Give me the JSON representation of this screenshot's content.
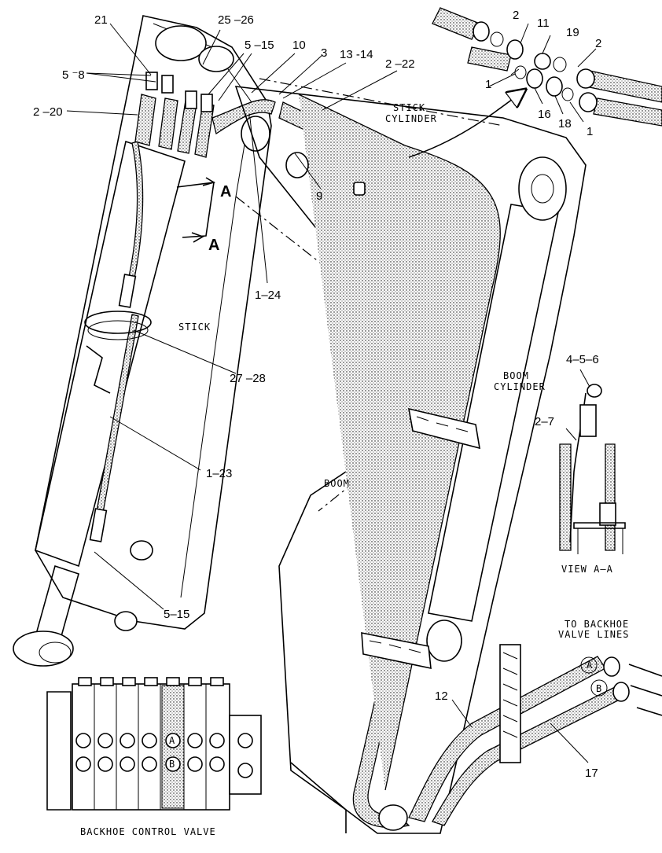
{
  "figure": {
    "text_labels": {
      "stick_cylinder_line1": "STICK",
      "stick_cylinder_line2": "CYLINDER",
      "stick": "STICK",
      "boom_cylinder_line1": "BOOM",
      "boom_cylinder_line2": "CYLINDER",
      "boom": "BOOM",
      "view_aa": "VIEW  A–A",
      "to_backhoe_line1": "TO BACKHOE",
      "to_backhoe_line2": "VALVE LINES",
      "backhoe_control_valve": "BACKHOE  CONTROL  VALVE",
      "section_a_upper": "A",
      "section_a_lower": "A",
      "port_a": "A",
      "port_b": "B",
      "valve_port_a": "A",
      "valve_port_b": "B"
    },
    "callouts": {
      "c_21": "21",
      "c_25_26": "25 –26",
      "c_5_15_top": "5 –15",
      "c_10": "10",
      "c_3": "3",
      "c_13_14": "13 -14",
      "c_2_22": "2 –22",
      "c_5_8": "5  ⁻8",
      "c_2_20": "2 –20",
      "c_9": "9",
      "c_1_24": "1–24",
      "c_27_28": "27 –28",
      "c_1_23": "1–23",
      "c_5_15_bottom": "5–15",
      "c_4_5_6": "4–5–6",
      "c_2_7": "2–7",
      "c_12": "12",
      "c_17": "17",
      "c_inset_2a": "2",
      "c_inset_11": "11",
      "c_inset_19": "19",
      "c_inset_2b": "2",
      "c_inset_1a": "1",
      "c_inset_16": "16",
      "c_inset_18": "18",
      "c_inset_1b": "1"
    }
  }
}
